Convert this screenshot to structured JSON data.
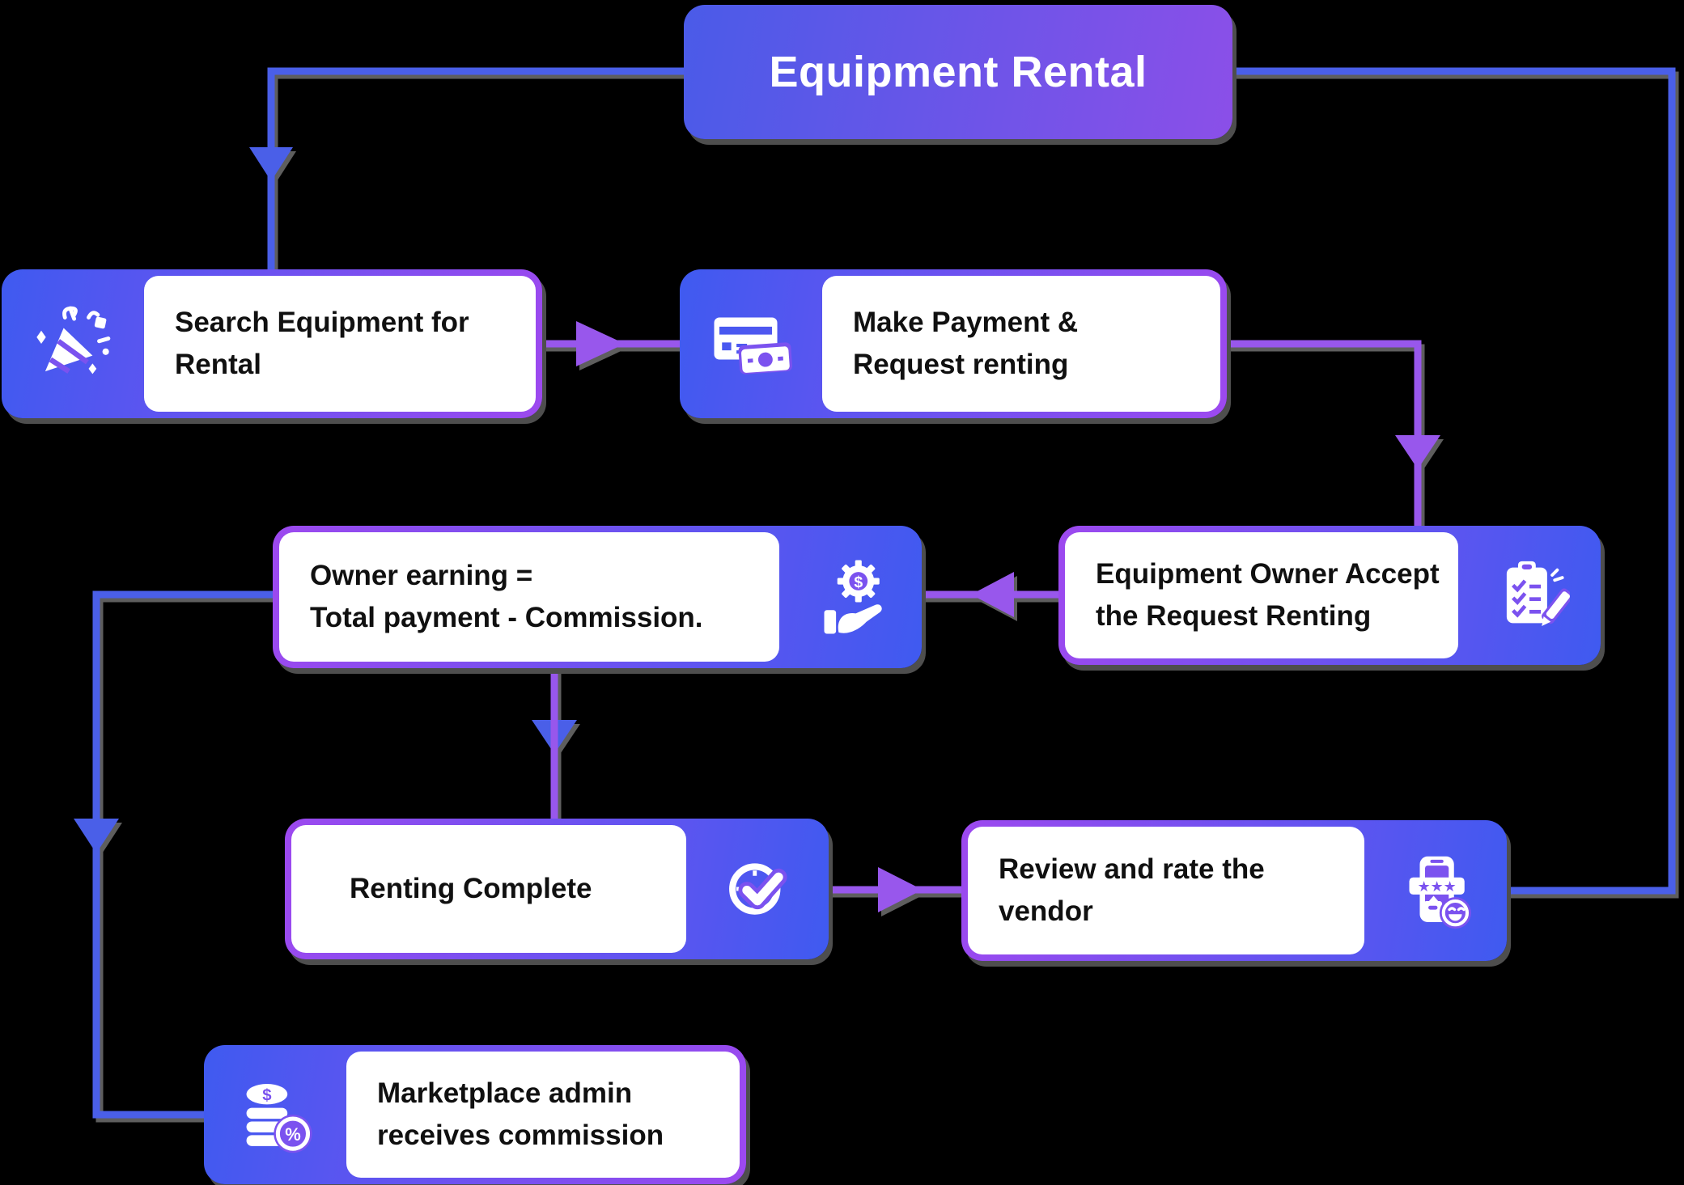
{
  "title": "Equipment Rental",
  "colors": {
    "background": "#000000",
    "line_blue": "#4a5fe8",
    "line_purple": "#9857ec",
    "gradient_blue": "#3f5af0",
    "gradient_purple": "#9d49ef",
    "box_white": "#ffffff",
    "text_dark": "#101010",
    "shadow_gray": "#5e5e5e"
  },
  "nodes": {
    "search": {
      "label": "Search Equipment for\nRental",
      "icon": "party-popper-icon"
    },
    "payment": {
      "label": "Make Payment &\nRequest renting",
      "icon": "credit-card-icon"
    },
    "accept": {
      "label": "Equipment Owner Accept\nthe Request Renting",
      "icon": "clipboard-check-icon"
    },
    "earning": {
      "label": "Owner earning =\nTotal payment - Commission.",
      "icon": "hand-gear-dollar-icon"
    },
    "complete": {
      "label": "Renting Complete",
      "icon": "clock-check-icon"
    },
    "review": {
      "label": "Review and rate the\nvendor",
      "icon": "phone-review-icon"
    },
    "commission": {
      "label": "Marketplace admin\nreceives commission",
      "icon": "coins-percent-icon"
    }
  },
  "glyphs": {
    "dollar": "$",
    "percent": "%",
    "stars": "★★★"
  }
}
